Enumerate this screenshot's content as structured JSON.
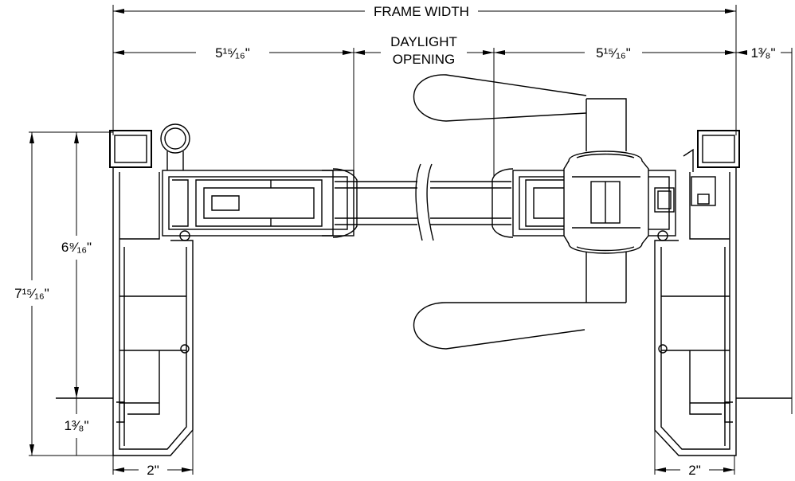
{
  "dimensions": {
    "frame_width": "FRAME WIDTH",
    "daylight_line1": "DAYLIGHT",
    "daylight_line2": "OPENING",
    "left_sash": "5¹⁵⁄₁₆\"",
    "right_sash": "5¹⁵⁄₁₆\"",
    "right_frame": "1³⁄₈\"",
    "inner_depth": "6⁹⁄₁₆\"",
    "overall_depth": "7¹⁵⁄₁₆\"",
    "bottom_flange": "1³⁄₈\"",
    "left_jamb_width": "2\"",
    "right_jamb_width": "2\""
  }
}
